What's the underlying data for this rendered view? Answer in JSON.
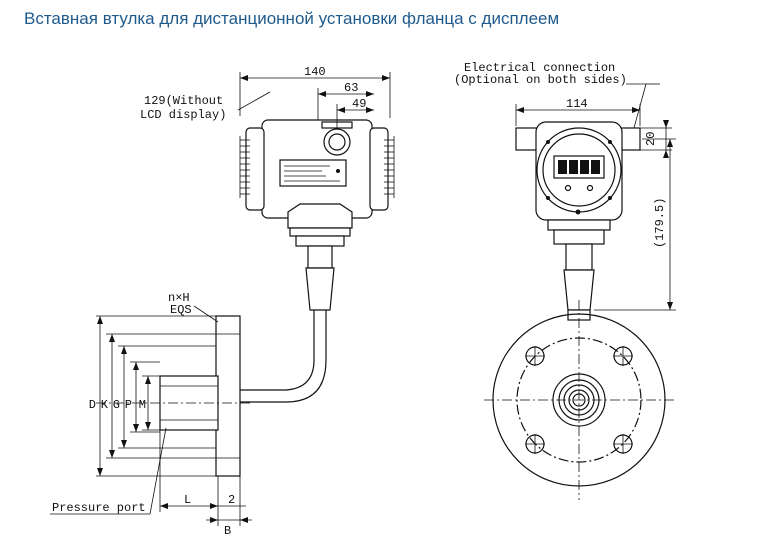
{
  "title": "Вставная втулка для дистанционной установки фланца с дисплеем",
  "left_view": {
    "dim_overall_width": "140",
    "dim_63": "63",
    "dim_49": "49",
    "note_without_display_line1": "129(Without",
    "note_without_display_line2": "LCD display)",
    "flange_holes_line1": "n×H",
    "flange_holes_line2": "EQS",
    "dim_D": "D",
    "dim_K": "K",
    "dim_G": "G",
    "dim_P": "P",
    "dim_M": "M",
    "dim_L": "L",
    "dim_2": "2",
    "dim_B": "B",
    "pressure_port_label": "Pressure port"
  },
  "right_view": {
    "electrical_line1": "Electrical connection",
    "electrical_line2": "(Optional on both sides)",
    "dim_114": "114",
    "dim_20": "20",
    "dim_179_5": "(179.5)"
  }
}
